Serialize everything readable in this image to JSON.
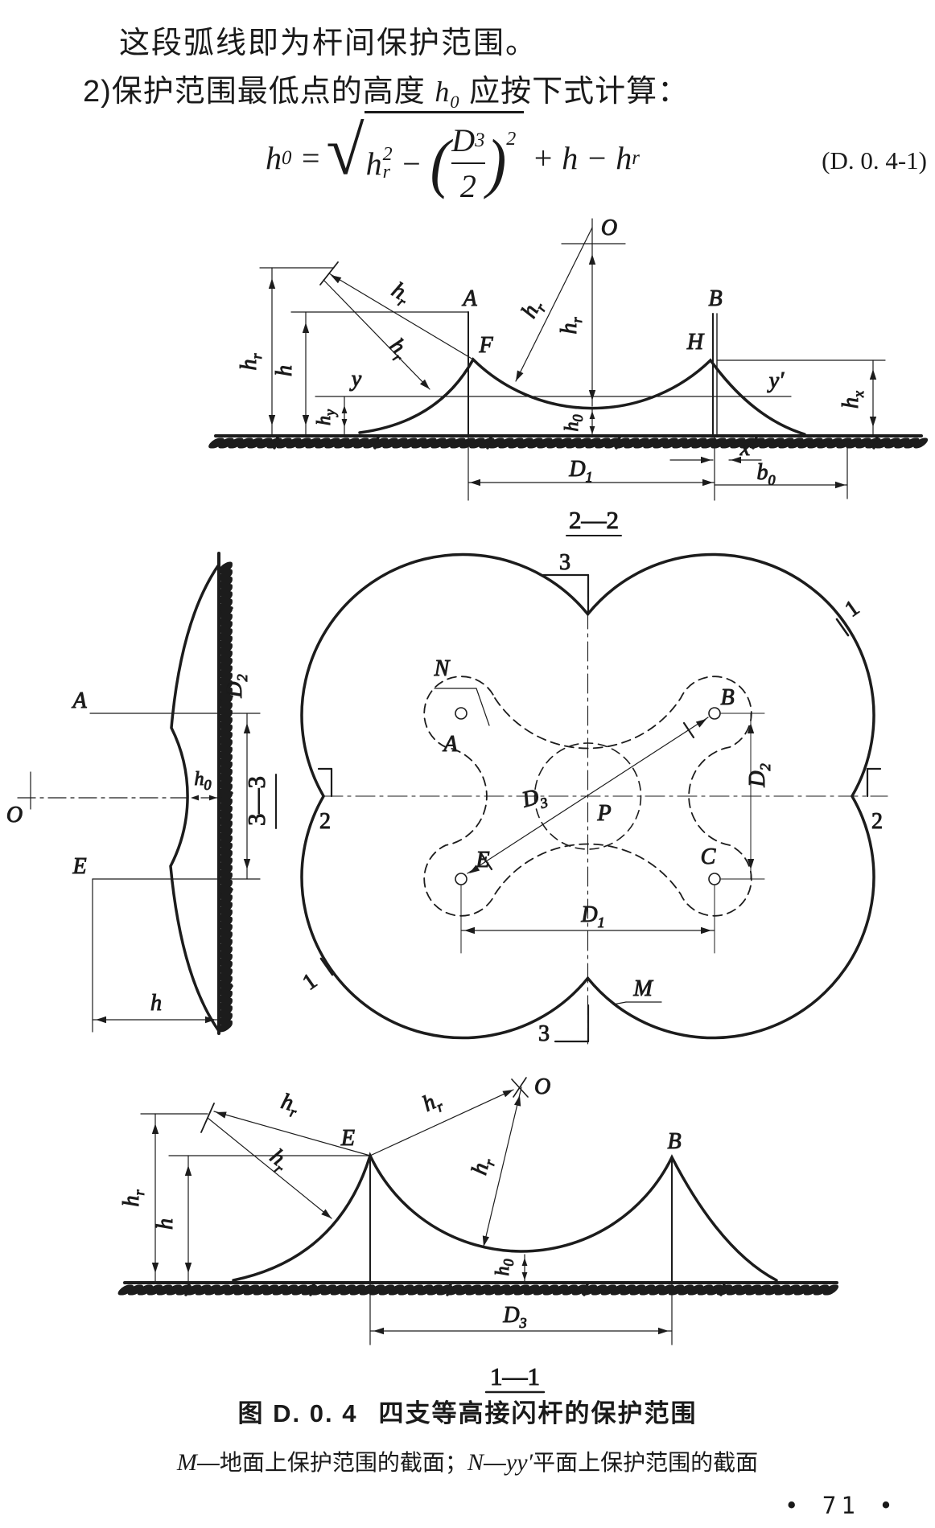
{
  "intro": {
    "line1": "这段弧线即为杆间保护范围。",
    "item_no": "2)",
    "line2_pre": "保护范围最低点的高度 ",
    "line2_math_base": "h",
    "line2_math_sub": "0",
    "line2_post": " 应按下式计算："
  },
  "formula": {
    "lhs": "h",
    "lhs_sub": "0",
    "equals": "=",
    "rad_h": "h",
    "rad_h_sub": "r",
    "rad_h_sup": "2",
    "minus": "−",
    "paren_open": "(",
    "num": "D",
    "num_sub": "3",
    "den": "2",
    "paren_close": ")",
    "paren_sup": "2",
    "plus": "+",
    "h2": "h",
    "minus2": "−",
    "hr": "h",
    "hr_sub": "r",
    "eq_no": "(D. 0. 4-1)"
  },
  "sym": {
    "h": "h",
    "r": "r",
    "x": "x",
    "y": "y",
    "b": "b",
    "D": "D",
    "s0": "0",
    "s1": "1",
    "s2": "2",
    "s3": "3",
    "O": "O",
    "A": "A",
    "B": "B",
    "C": "C",
    "E": "E",
    "F": "F",
    "H": "H",
    "M": "M",
    "N": "N",
    "P": "P",
    "y_prime": "y′",
    "x_var": "x"
  },
  "titles": {
    "sec22": "2—2",
    "sec33": "3—3",
    "sec11": "1—1",
    "mark1": "1",
    "mark2": "2",
    "mark3": "3"
  },
  "caption": {
    "fig": "图 D. 0. 4",
    "text": "四支等高接闪杆的保护范围"
  },
  "legend": {
    "m": "M",
    "m_text": "—地面上保护范围的截面；",
    "n": "N",
    "n_dash": "—",
    "n_yy": "yy′",
    "n_text": "平面上保护范围的截面"
  },
  "footer": {
    "page": "• 71 •"
  }
}
